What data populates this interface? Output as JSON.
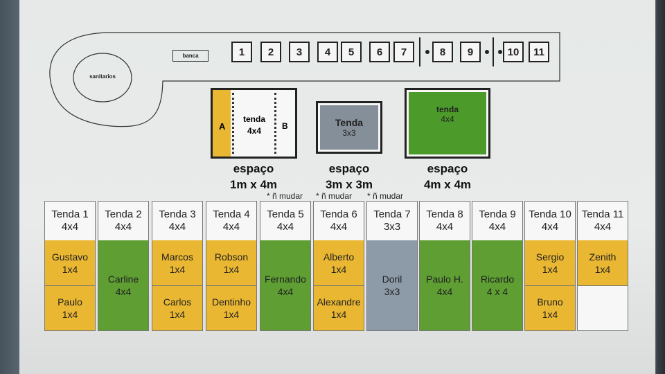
{
  "map": {
    "sanitarios": "sanitarios",
    "banca": "banca",
    "stalls": [
      "1",
      "2",
      "3",
      "4",
      "5",
      "6",
      "7",
      "8",
      "9",
      "10",
      "11"
    ]
  },
  "tents": {
    "t1": {
      "name": "tenda",
      "size": "4x4",
      "a": "A",
      "b": "B",
      "caption1": "espaço",
      "caption2": "1m x 4m"
    },
    "t2": {
      "name": "Tenda",
      "size": "3x3",
      "caption1": "espaço",
      "caption2": "3m x 3m"
    },
    "t3": {
      "name": "tenda",
      "size": "4x4",
      "caption1": "espaço",
      "caption2": "4m x 4m"
    }
  },
  "notes": [
    "* ñ mudar",
    "* ñ mudar",
    "* ñ mudar"
  ],
  "grid": [
    {
      "header": "Tenda 1",
      "size": "4x4",
      "cells": [
        {
          "name": "Gustavo",
          "size": "1x4",
          "color": "yellow"
        },
        {
          "name": "Paulo",
          "size": "1x4",
          "color": "yellow"
        }
      ]
    },
    {
      "header": "Tenda 2",
      "size": "4x4",
      "cells": [
        {
          "name": "Carline",
          "size": "4x4",
          "color": "green"
        }
      ]
    },
    {
      "header": "Tenda 3",
      "size": "4x4",
      "cells": [
        {
          "name": "Marcos",
          "size": "1x4",
          "color": "yellow"
        },
        {
          "name": "Carlos",
          "size": "1x4",
          "color": "yellow"
        }
      ]
    },
    {
      "header": "Tenda 4",
      "size": "4x4",
      "cells": [
        {
          "name": "Robson",
          "size": "1x4",
          "color": "yellow"
        },
        {
          "name": "Dentinho",
          "size": "1x4",
          "color": "yellow"
        }
      ]
    },
    {
      "header": "Tenda 5",
      "size": "4x4",
      "cells": [
        {
          "name": "Fernando",
          "size": "4x4",
          "color": "green"
        }
      ]
    },
    {
      "header": "Tenda 6",
      "size": "4x4",
      "cells": [
        {
          "name": "Alberto",
          "size": "1x4",
          "color": "yellow"
        },
        {
          "name": "Alexandre",
          "size": "1x4",
          "color": "yellow"
        }
      ]
    },
    {
      "header": "Tenda 7",
      "size": "3x3",
      "cells": [
        {
          "name": "Doril",
          "size": "3x3",
          "color": "gray"
        }
      ]
    },
    {
      "header": "Tenda 8",
      "size": "4x4",
      "cells": [
        {
          "name": "Paulo H.",
          "size": "4x4",
          "color": "green"
        }
      ]
    },
    {
      "header": "Tenda 9",
      "size": "4x4",
      "cells": [
        {
          "name": "Ricardo",
          "size": "4 x 4",
          "color": "green"
        }
      ]
    },
    {
      "header": "Tenda 10",
      "size": "4x4",
      "cells": [
        {
          "name": "Sergio",
          "size": "1x4",
          "color": "yellow"
        },
        {
          "name": "Bruno",
          "size": "1x4",
          "color": "yellow"
        }
      ]
    },
    {
      "header": "Tenda 11",
      "size": "4x4",
      "cells": [
        {
          "name": "Zenith",
          "size": "1x4",
          "color": "yellow"
        },
        {
          "name": "",
          "size": "",
          "color": "white"
        }
      ]
    }
  ],
  "colors": {
    "yellow": "#eab732",
    "green": "#5e9e33",
    "gray": "#8d9aa8",
    "white": "#f6f7f6"
  }
}
